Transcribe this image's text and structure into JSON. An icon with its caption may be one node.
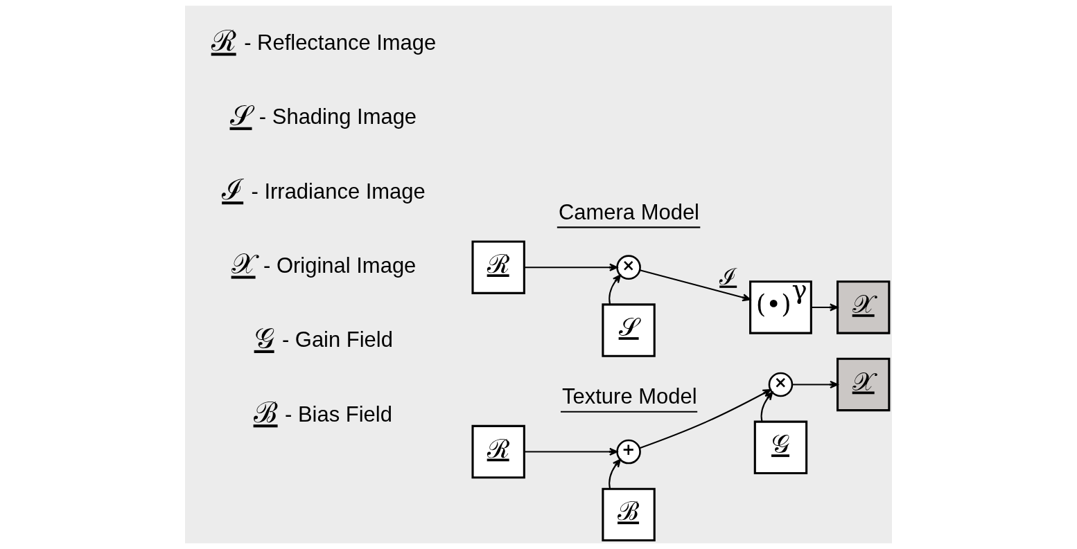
{
  "diagram": {
    "nodes": [
      {
        "text": [
          "ℛ"
        ]
      },
      {
        "text": [
          "×"
        ]
      },
      {
        "text": [
          "𝒮"
        ]
      },
      {
        "text": [
          "(•)$^{γ}$"
        ]
      },
      {
        "text": [
          "𝒳"
        ]
      },
      {
        "text": [
          "ℛ"
        ]
      },
      {
        "text": [
          "+"
        ]
      },
      {
        "text": [
          "ℬ"
        ]
      },
      {
        "text": [
          "×"
        ]
      },
      {
        "text": [
          "𝒢"
        ]
      },
      {
        "text": [
          "𝒳"
        ]
      }
    ],
    "edges": [
      {
        "from": 0,
        "to": 1,
        "arrow": "to"
      },
      {
        "from": 2,
        "to": 1,
        "arrow": "to"
      },
      {
        "from": 1,
        "to": 3,
        "arrow": "to",
        "label": "ℐ"
      },
      {
        "from": 3,
        "to": 4,
        "arrow": "to"
      },
      {
        "from": 5,
        "to": 6,
        "arrow": "to"
      },
      {
        "from": 7,
        "to": 6,
        "arrow": "to"
      },
      {
        "from": 6,
        "to": 8,
        "arrow": "to"
      },
      {
        "from": 9,
        "to": 8,
        "arrow": "to"
      },
      {
        "from": 8,
        "to": 10,
        "arrow": "to"
      }
    ],
    "labels": [
      "ℛ - Reflectance Image",
      "𝒮 - Shading Image",
      "ℐ - Irradiance Image",
      "𝒳 - Original Image",
      "𝒢 - Gain Field",
      "ℬ - Bias Field",
      "Camera Model",
      "Texture Model"
    ]
  }
}
